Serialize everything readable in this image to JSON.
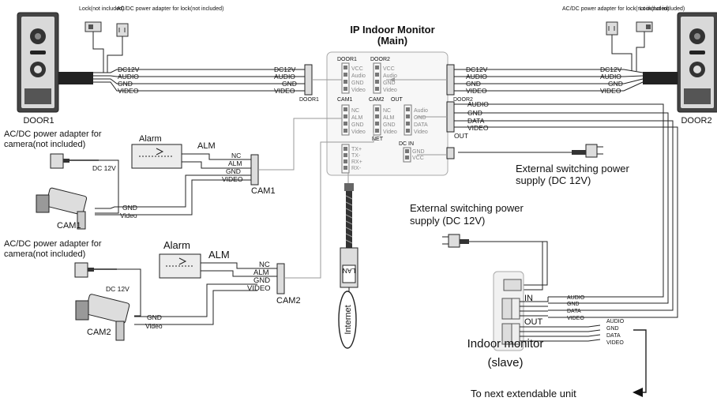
{
  "title": {
    "line1": "IP Indoor Monitor",
    "line2": "(Main)"
  },
  "door1": {
    "name": "DOOR1",
    "lock": "Lock(not included)",
    "adapter": "AC/DC power adapter for lock(not included)",
    "wires": [
      "DC12V",
      "AUDIO",
      "GND",
      "VIDEO"
    ],
    "connector": "DOOR1"
  },
  "door2": {
    "name": "DOOR2",
    "lock": "Lock(not included)",
    "adapter": "AC/DC power adapter for lock(not included)",
    "wires": [
      "DC12V",
      "AUDIO",
      "GND",
      "VIDEO"
    ],
    "wires_out": [
      "AUDIO",
      "GND",
      "DATA",
      "VIDEO"
    ],
    "connector": "DOOR2",
    "out_label": "OUT"
  },
  "monitor": {
    "door1_block": {
      "label": "DOOR1",
      "pins": [
        "VCC",
        "Audio",
        "GND",
        "Video"
      ],
      "foot": "CAM1"
    },
    "door2_block": {
      "label": "DOOR2",
      "pins": [
        "VCC",
        "Audio",
        "GND",
        "Video"
      ],
      "foot": "CAM2"
    },
    "out_label": "OUT",
    "cam1_block": {
      "pins": [
        "NC",
        "ALM",
        "GND",
        "Video"
      ]
    },
    "cam2_block": {
      "pins": [
        "NC",
        "ALM",
        "GND",
        "Video"
      ],
      "foot": "NET"
    },
    "out_block": {
      "pins": [
        "Audio",
        "GND",
        "DATA",
        "Video"
      ]
    },
    "net_block": {
      "pins": [
        "TX+",
        "TX-",
        "RX+",
        "RX-"
      ]
    },
    "dcin": {
      "label": "DC IN",
      "pins": [
        "GND",
        "VCC"
      ]
    }
  },
  "cam1": {
    "adapter": [
      "AC/DC power adapter for",
      "camera(not included)"
    ],
    "dc": "DC 12V",
    "alarm": "Alarm",
    "alm": "ALM",
    "wires": [
      "NC",
      "ALM",
      "GND",
      "VIDEO"
    ],
    "connector": "CAM1",
    "camera": "CAM1",
    "cam_wires": [
      "GND",
      "Video"
    ]
  },
  "cam2": {
    "adapter": [
      "AC/DC power adapter for",
      "camera(not included)"
    ],
    "dc": "DC 12V",
    "alarm": "Alarm",
    "alm": "ALM",
    "wires": [
      "NC",
      "ALM",
      "GND",
      "VIDEO"
    ],
    "connector": "CAM2",
    "camera": "CAM2",
    "cam_wires": [
      "GND",
      "Video"
    ]
  },
  "psu1": [
    "External switching power",
    "supply (DC 12V)"
  ],
  "psu2": [
    "External switching power",
    "supply (DC 12V)"
  ],
  "lan": {
    "plug": "LAN",
    "internet": "Internet"
  },
  "slave": {
    "name": [
      "Indoor monitor",
      "(slave)"
    ],
    "in_label": "IN",
    "out_label": "OUT",
    "in_wires": [
      "AUDIO",
      "GND",
      "DATA",
      "VIDEO"
    ],
    "out_wires": [
      "AUDIO",
      "GND",
      "DATA",
      "VIDEO"
    ]
  },
  "next_unit": "To next extendable unit"
}
